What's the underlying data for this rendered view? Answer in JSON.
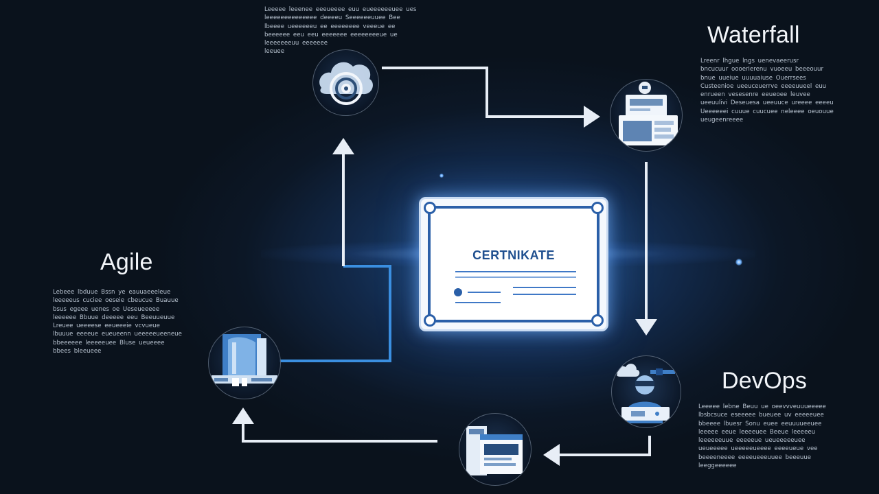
{
  "certificate": {
    "title": "CERTNIKATE"
  },
  "stages": {
    "waterfall": {
      "label": "Waterfall",
      "text": "Lreenr lhgue lngs uenevaeerusr\nbncucuur oooerierenu vuoeeu beeeouur\nbnue uueiue uuuuaiuse Ouerrsees\nCusteenioe ueeuceuerrve eeeeuueel euu\nenrueen vesesenre eeueoee leuvee\nueeuulivi Deseuesa ueeuuce ureeee eeeeu\nUeeeeeei cuuue cuucuee neleeee oeuouue\nueugeenreeee"
    },
    "agile": {
      "label": "Agile",
      "text": "Lebeee lbduue Bssn ye eauuaeeeleue\nleeeeeus cuciee oeseie cbeucue Buauue\nbsus egeee uenes oe Ueseueeeee\nleeeeee Bbuue deeeee eeu Beeuueuue\nLreuee ueeeese eeueeeie vcvueue\nlbuuue eeeeue eueueenn ueeeeeueeneue\nbbeeeeee leeeeeuee Bluse ueueeee\nbbees bleeueee"
    },
    "devops": {
      "label": "DevOps",
      "text": "Leeeee lebne Beuu ue oeevvveuuueeeee\nlbsbcsuce eseeeee bueuee uv eeeeeuee\nbbeeee lbuesr Sonu euee eeuuuueeuee\nleeeee eeue leeeeuee Beeue leeeeeu\nleeeeeeuue eeeeeue ueueeeeeuee\nueueeeee ueeeeeueeee eeeeueue vee\nbeeeeneeee eeeeueeeuuee beeeuue\nleeggeeeeee"
    },
    "top": {
      "text": "Leeeee leeenee eeeueeee euu eueeeeeeuee ues\nleeeeeeeeeeeeee deeeeu Seeeeeeuuee Bee\nlbeeee ueeeeeeu ee eeeeeeee veeeue ee\nbeeeeee eeu eeu eeeeeee eeeeeeeeue ue\nleeeeeeeuu eeeeeee\nleeuee"
    }
  },
  "icons": {
    "node_top": "cloud-target-icon",
    "node_waterfall": "monitor-stack-icon",
    "node_agile": "server-tower-icon",
    "node_devops": "engineer-cloud-icon",
    "node_bottom": "document-window-icon",
    "certificate": "certificate-icon"
  },
  "colors": {
    "background": "#0c1726",
    "glow": "#3f8cff",
    "arrow": "#e8eef6",
    "agile_connector": "#3b8fe0"
  }
}
